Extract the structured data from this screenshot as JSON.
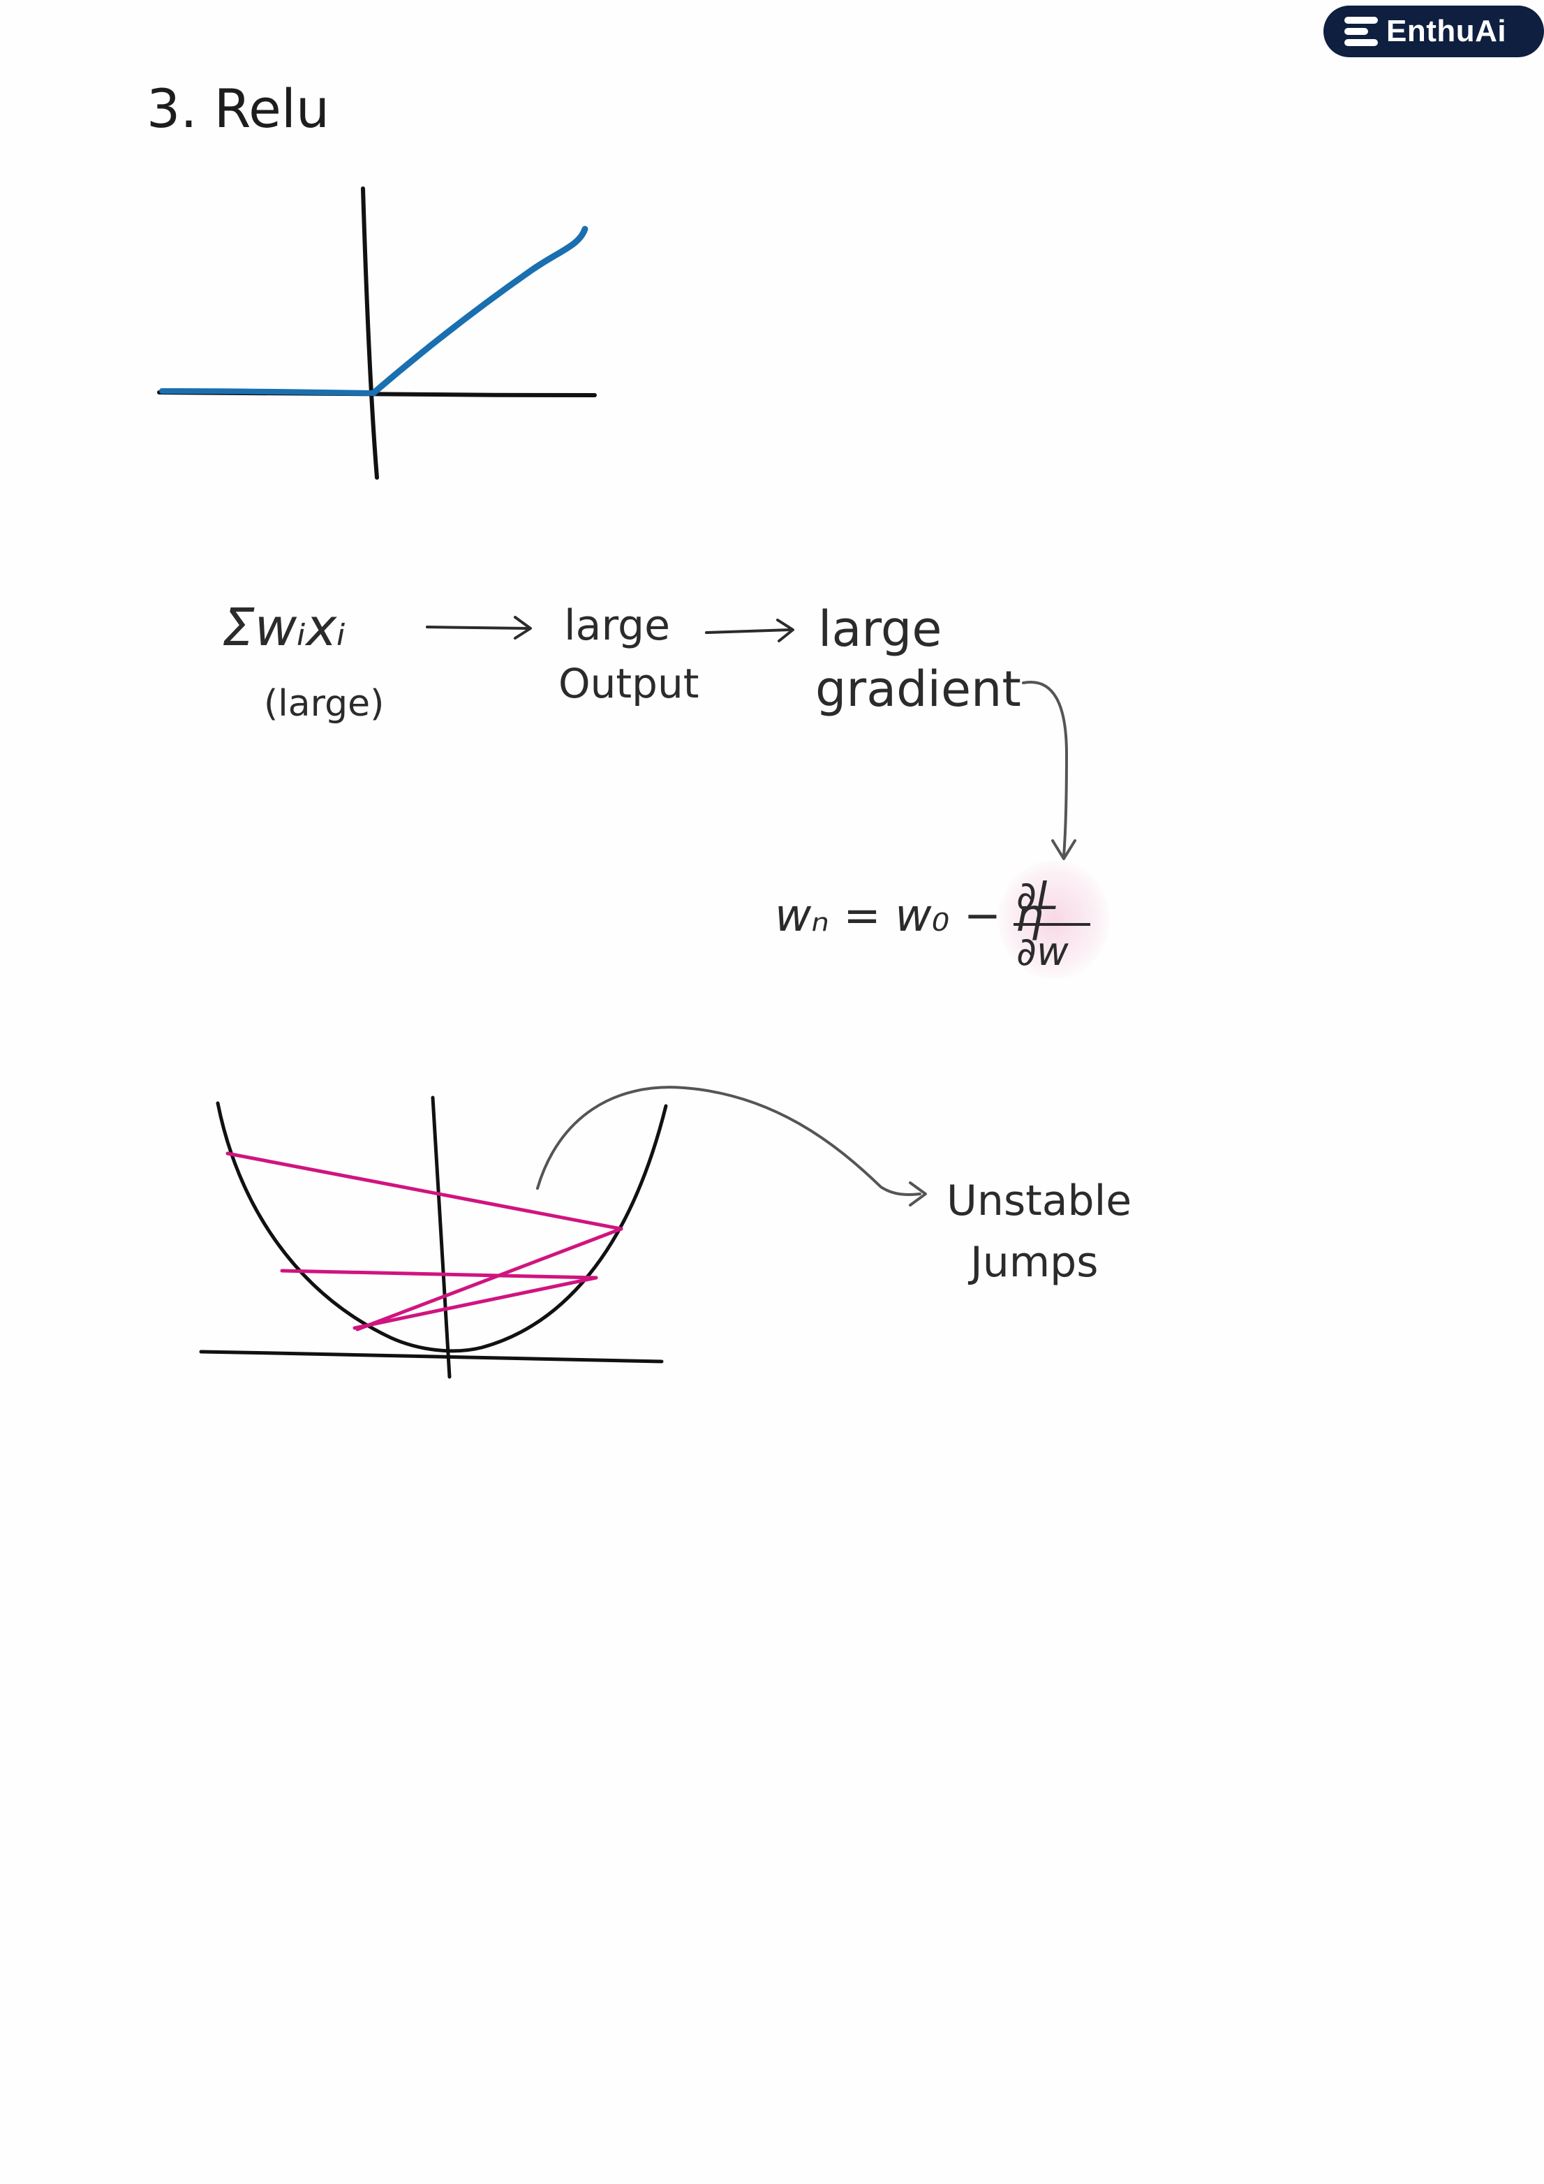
{
  "badge": {
    "text": "EnthuAi",
    "icon": "stacked-bars-logo-icon",
    "background": "#0e1f3f",
    "foreground": "#ffffff"
  },
  "title": "3. Relu",
  "relu_graph": {
    "description_type": "relu-activation-sketch",
    "line_color": "#1a6fb0",
    "axis_color": "#111111"
  },
  "flow": {
    "input_expr": "Σwᵢxᵢ",
    "input_note": "(large)",
    "step1_line1": "large",
    "step1_line2": "Output",
    "step2_line1": "large",
    "step2_line2": "gradient"
  },
  "equation": {
    "lhs": "wₙ = w₀ − η",
    "numerator": "∂L",
    "denominator": "∂w",
    "highlight_color": "#f4b6cf"
  },
  "loss_curve": {
    "curve_color": "#111111",
    "jump_color": "#d0147f"
  },
  "annotation": {
    "line1": "Unstable",
    "line2": "Jumps"
  }
}
